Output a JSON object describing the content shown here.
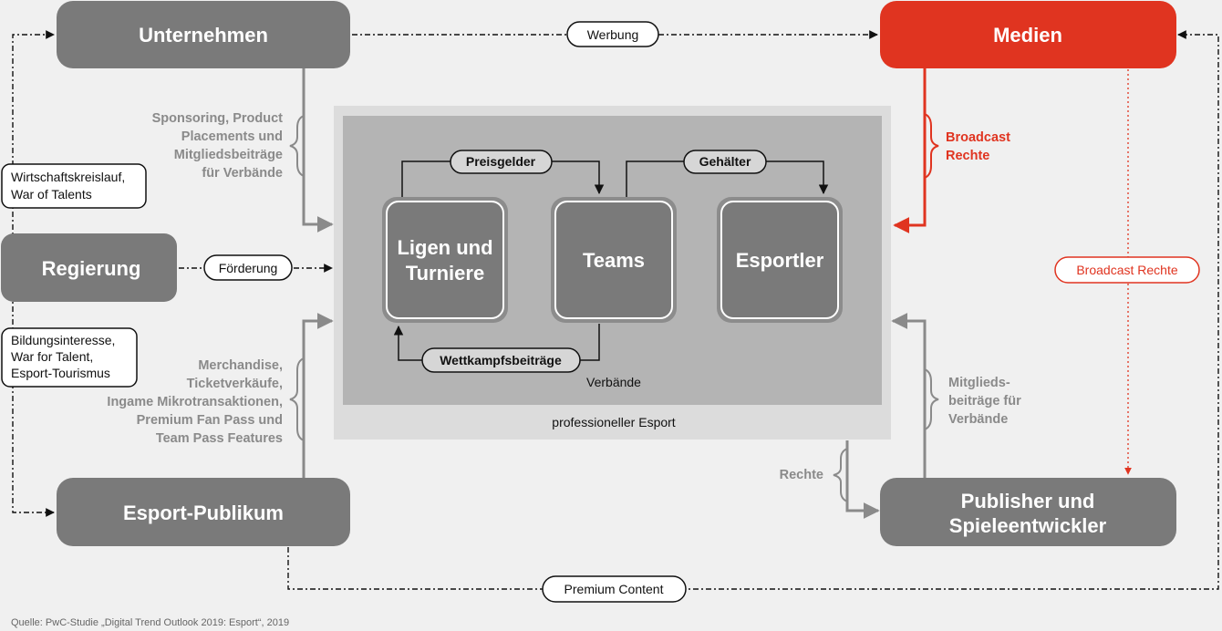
{
  "nodes": {
    "unternehmen": "Unternehmen",
    "medien": "Medien",
    "regierung": "Regierung",
    "publikum": "Esport-Publikum",
    "publisher": [
      "Publisher und",
      "Spieleentwickler"
    ],
    "ligen": [
      "Ligen und",
      "Turniere"
    ],
    "teams": "Teams",
    "esportler": "Esportler"
  },
  "pills": {
    "werbung": "Werbung",
    "foerderung": "Förderung",
    "broadcast_rechte": "Broadcast Rechte",
    "premium_content": "Premium Content",
    "preisgelder": "Preisgelder",
    "gehaelter": "Gehälter",
    "wettkampfsbeitraege": "Wettkampfsbeiträge"
  },
  "side_boxes": {
    "wirtschaft": [
      "Wirtschaftskreislauf,",
      "War of Talents"
    ],
    "bildung": [
      "Bildungsinteresse,",
      "War for Talent,",
      "Esport-Tourismus"
    ]
  },
  "labels": {
    "sponsoring": [
      "Sponsoring, Product",
      "Placements und",
      "Mitgliedsbeiträge",
      "für Verbände"
    ],
    "merchandise": [
      "Merchandise,",
      "Ticketverkäufe,",
      "Ingame Mikrotransaktionen,",
      "Premium Fan Pass und",
      "Team Pass Features"
    ],
    "broadcast": [
      "Broadcast",
      "Rechte"
    ],
    "mitglieds": [
      "Mitglieds-",
      "beiträge für",
      "Verbände"
    ],
    "rechte": "Rechte",
    "verbaende": "Verbände",
    "professioneller": "professioneller Esport"
  },
  "source": "Quelle: PwC-Studie „Digital Trend Outlook 2019: Esport“, 2019",
  "colors": {
    "background": "#f0f0f0",
    "node_gray": "#7a7a7a",
    "accent_red": "#e03420",
    "outer_panel": "#dcdcdc",
    "inner_panel": "#b4b4b4"
  }
}
